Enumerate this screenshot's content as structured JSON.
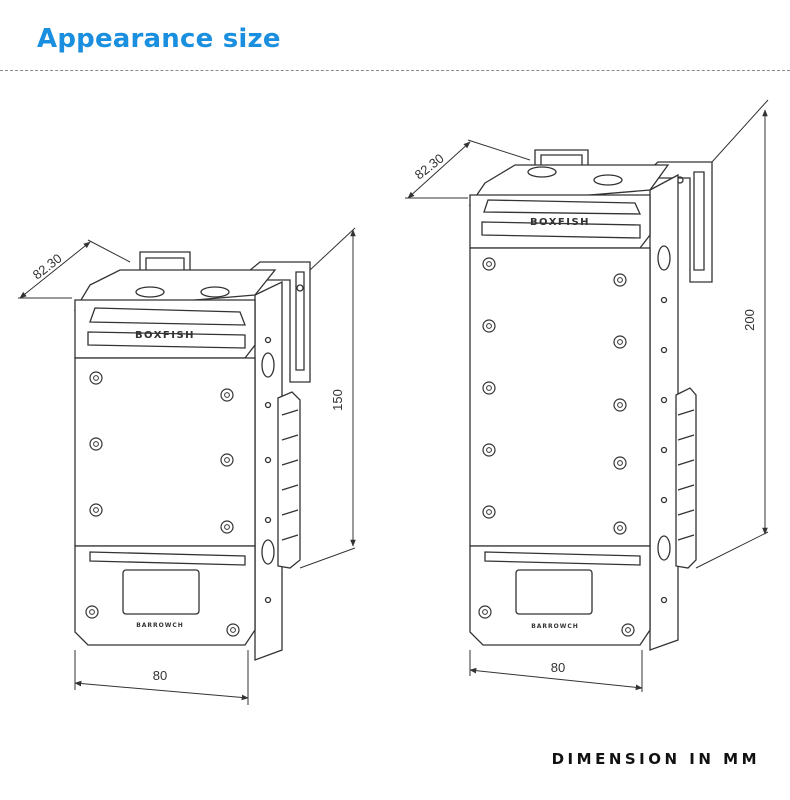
{
  "header": {
    "title": "Appearance size"
  },
  "footer": {
    "note": "DIMENSION IN MM"
  },
  "units": [
    {
      "depth_label": "82.30",
      "height_label": "150",
      "width_label": "80",
      "brand_top": "BOXFISH",
      "brand_bottom": "BARROWCH"
    },
    {
      "depth_label": "82.30",
      "height_label": "200",
      "width_label": "80",
      "brand_top": "BOXFISH",
      "brand_bottom": "BARROWCH"
    }
  ],
  "colors": {
    "title": "#1a8fe0",
    "line": "#333333",
    "body": "#ffffff"
  }
}
